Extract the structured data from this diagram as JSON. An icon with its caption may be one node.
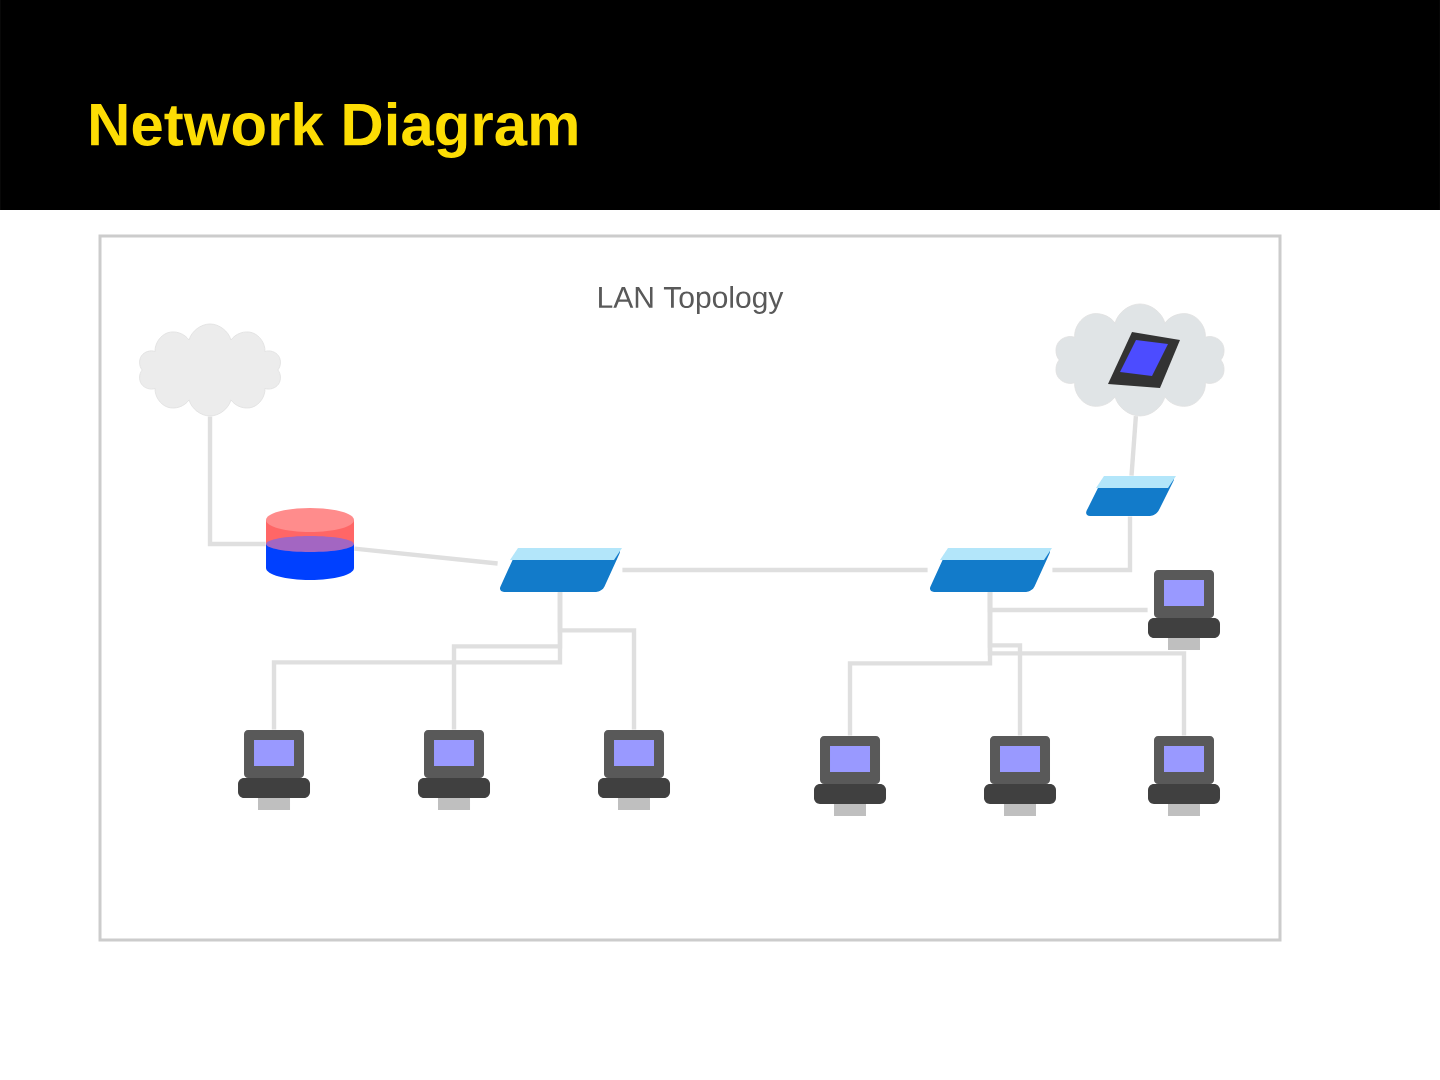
{
  "diagram": {
    "title": "Network Diagram",
    "nodes": [
      {
        "text": [],
        "shape": "cloud"
      },
      {
        "text": [],
        "shape": "cylinder"
      },
      {
        "text": [],
        "shape": "picture"
      },
      {
        "text": [],
        "shape": "picture"
      },
      {
        "text": [],
        "shape": "cloud"
      },
      {
        "text": [],
        "shape": "picture"
      },
      {
        "text": [],
        "shape": "picture"
      },
      {
        "text": [],
        "shape": "picture"
      },
      {
        "text": [],
        "shape": "picture"
      },
      {
        "text": [],
        "shape": "picture"
      },
      {
        "text": [],
        "shape": "picture"
      },
      {
        "text": [],
        "shape": "picture"
      },
      {
        "text": [],
        "shape": "picture"
      }
    ],
    "edges": [
      {
        "from": 0,
        "to": 1,
        "arrow": "none"
      },
      {
        "from": 1,
        "to": 2,
        "arrow": "none"
      },
      {
        "from": 2,
        "to": 3,
        "arrow": "none"
      },
      {
        "from": 3,
        "to": 5,
        "arrow": "none"
      },
      {
        "from": 5,
        "to": 4,
        "arrow": "none"
      },
      {
        "from": 3,
        "to": 6,
        "arrow": "none"
      },
      {
        "from": 2,
        "to": 7,
        "arrow": "none"
      },
      {
        "from": 2,
        "to": 8,
        "arrow": "none"
      },
      {
        "from": 2,
        "to": 9,
        "arrow": "none"
      },
      {
        "from": 3,
        "to": 10,
        "arrow": "none"
      },
      {
        "from": 3,
        "to": 11,
        "arrow": "none"
      },
      {
        "from": 3,
        "to": 12,
        "arrow": "none"
      }
    ],
    "labels": [
      "LAN Topology"
    ]
  }
}
